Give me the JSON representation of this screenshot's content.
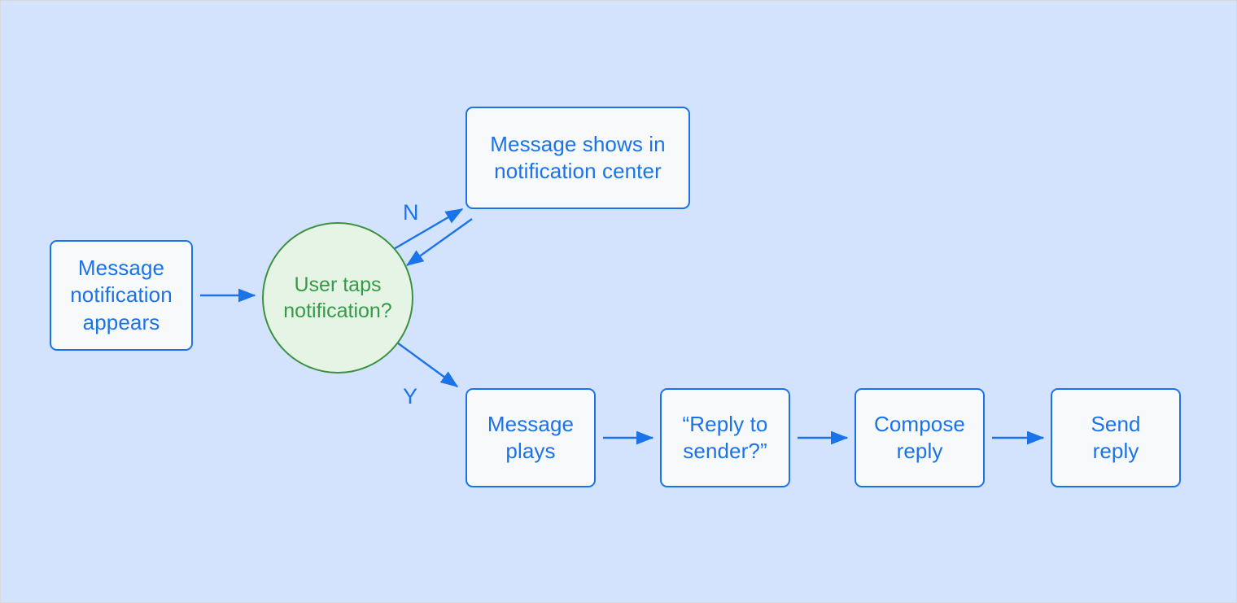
{
  "diagram": {
    "type": "flowchart",
    "background_color": "#d3e3fd",
    "process_color": "#1a73e8",
    "process_fill": "#f8f9fa",
    "decision_color": "#349b47",
    "decision_fill": "#e6f4e6",
    "nodes": [
      {
        "id": "message-notification",
        "shape": "rounded-rect",
        "label": "Message\nnotification\nappears"
      },
      {
        "id": "decision",
        "shape": "circle",
        "label": "User taps\nnotification?"
      },
      {
        "id": "message-shows",
        "shape": "rounded-rect",
        "label": "Message shows in\nnotification center"
      },
      {
        "id": "message-plays",
        "shape": "rounded-rect",
        "label": "Message\nplays"
      },
      {
        "id": "reply-to-sender",
        "shape": "rounded-rect",
        "label": "“Reply to\nsender?”"
      },
      {
        "id": "compose-reply",
        "shape": "rounded-rect",
        "label": "Compose\nreply"
      },
      {
        "id": "send-reply",
        "shape": "rounded-rect",
        "label": "Send\nreply"
      }
    ],
    "edges": [
      {
        "from": "message-notification",
        "to": "decision",
        "label": ""
      },
      {
        "from": "decision",
        "to": "message-shows",
        "label": "N"
      },
      {
        "from": "message-shows",
        "to": "decision",
        "label": ""
      },
      {
        "from": "decision",
        "to": "message-plays",
        "label": "Y"
      },
      {
        "from": "message-plays",
        "to": "reply-to-sender",
        "label": ""
      },
      {
        "from": "reply-to-sender",
        "to": "compose-reply",
        "label": ""
      },
      {
        "from": "compose-reply",
        "to": "send-reply",
        "label": ""
      }
    ],
    "edge_labels": {
      "no": "N",
      "yes": "Y"
    }
  }
}
